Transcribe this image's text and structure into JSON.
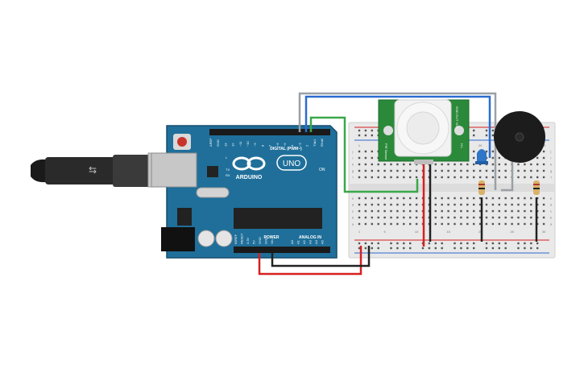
{
  "arduino": {
    "brand": "ARDUINO",
    "model": "UNO",
    "digital_label": "DIGITAL (PWM~)",
    "power_label": "POWER",
    "analog_label": "ANALOG IN",
    "on_label": "ON",
    "tx_label": "TX",
    "rx_label": "RX",
    "l_label": "L",
    "digital_pins": [
      "AREF",
      "GND",
      "13",
      "12",
      "~11",
      "~10",
      "~9",
      "8",
      "7",
      "~6",
      "~5",
      "4",
      "~3",
      "2",
      "TX▸1",
      "RX◂0"
    ],
    "power_pins": [
      "IOREF",
      "RESET",
      "3.3V",
      "5V",
      "GND",
      "GND",
      "Vin"
    ],
    "analog_pins": [
      "A0",
      "A1",
      "A2",
      "A3",
      "A4",
      "A5"
    ]
  },
  "pir_sensor": {
    "left_text": "PIR Sensor",
    "right_text": "GND OUT VCC",
    "side_text": "H L"
  },
  "breadboard": {
    "column_numbers": [
      "1",
      "5",
      "10",
      "15",
      "20",
      "25",
      "30"
    ],
    "row_letters_top": [
      "j",
      "i",
      "h",
      "g",
      "f"
    ],
    "row_letters_bottom": [
      "e",
      "d",
      "c",
      "b",
      "a"
    ]
  },
  "colors": {
    "board": "#1f6f9a",
    "breadboard": "#e9e9e9",
    "pir": "#2a8a3a",
    "wire_red": "#d62020",
    "wire_black": "#222222",
    "wire_green": "#3aa84a",
    "wire_gray": "#9aa0a6",
    "wire_blue": "#2b6cd0",
    "buzzer": "#1c1c1c",
    "led": "#2f76c9"
  }
}
